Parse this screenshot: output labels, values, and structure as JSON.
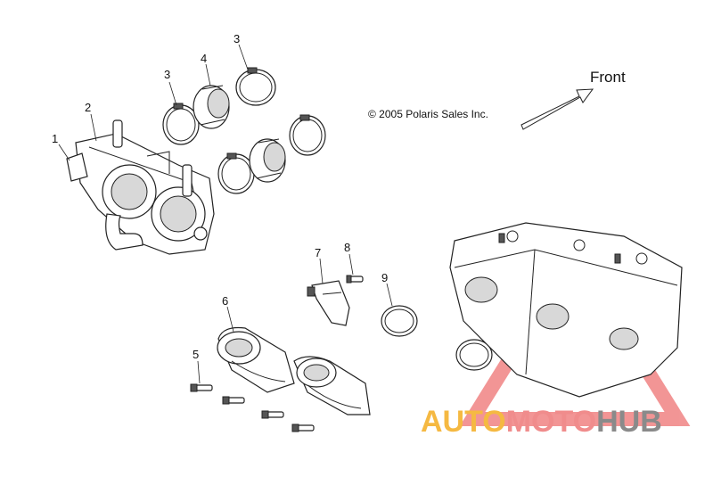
{
  "copyright": "© 2005 Polaris Sales Inc.",
  "direction_label": "Front",
  "callouts": [
    "1",
    "2",
    "3",
    "3",
    "4",
    "5",
    "6",
    "7",
    "8",
    "9"
  ],
  "watermark": {
    "part1": "AUTO",
    "part2": "MOTO",
    "part3": "HUB",
    "colors": {
      "orange": "#f5b942",
      "pink": "#f08c8c",
      "gray": "#8a8a8a",
      "triangle": "#e84040"
    }
  }
}
